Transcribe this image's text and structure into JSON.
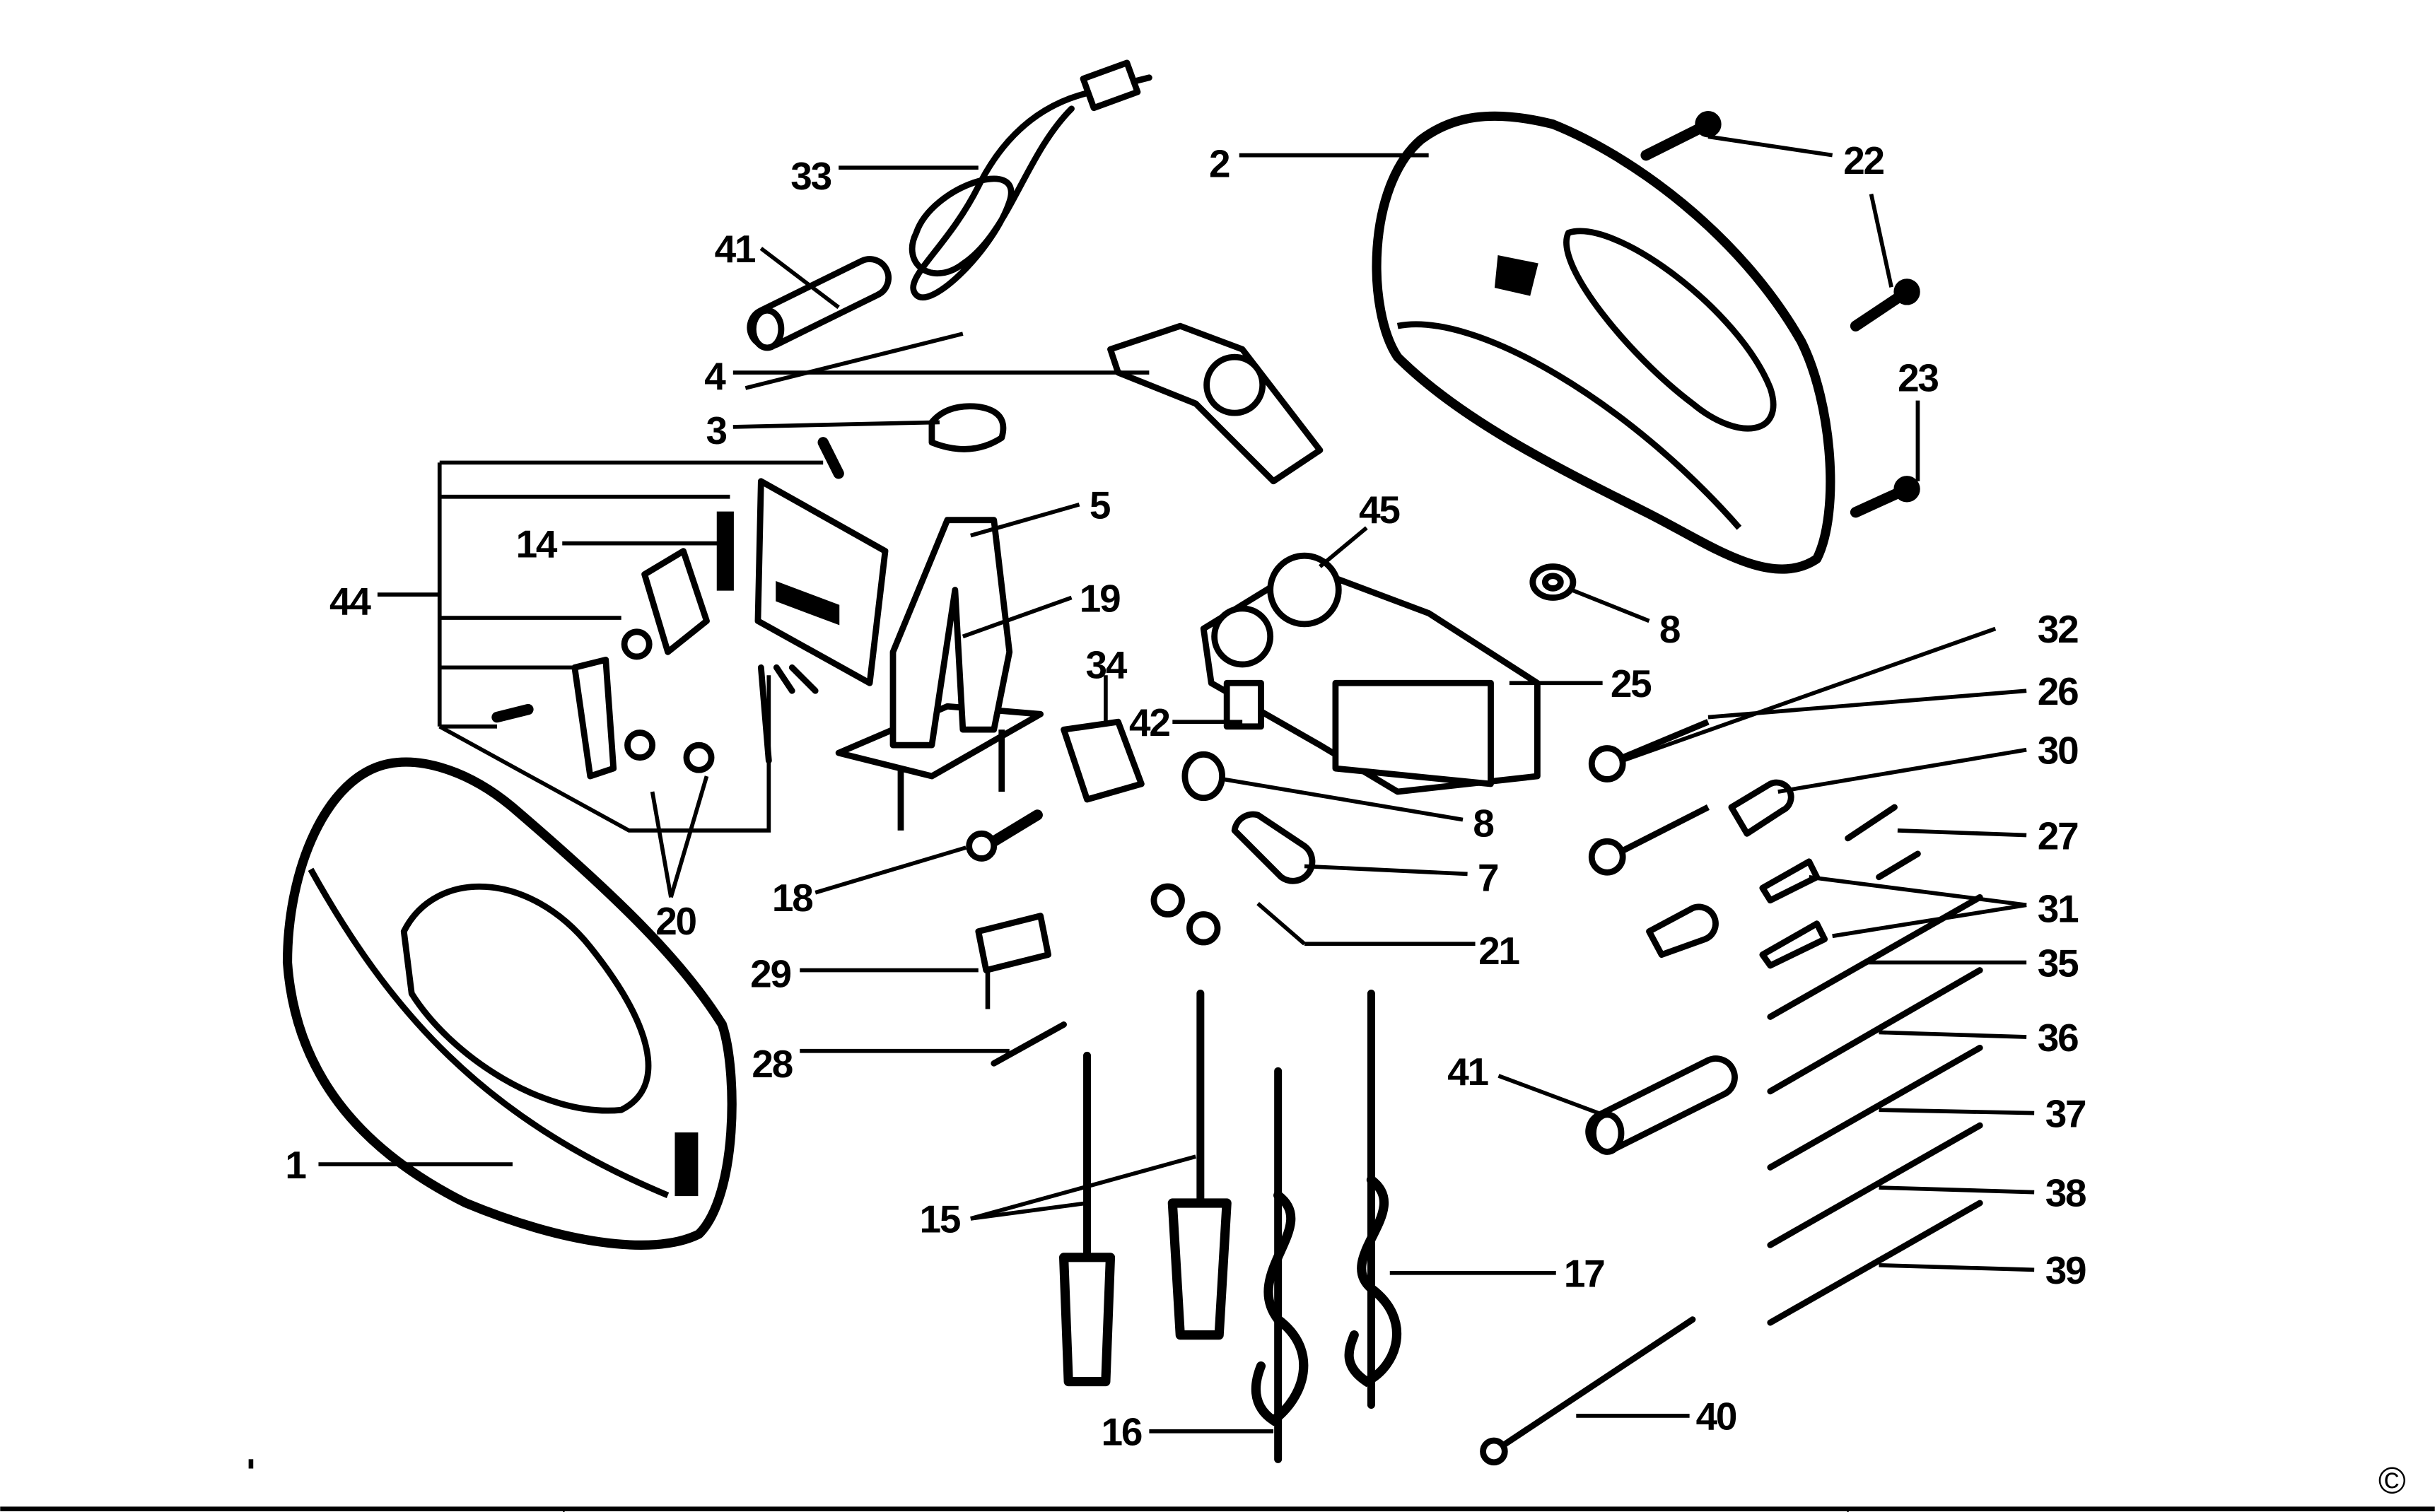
{
  "diagram": {
    "type": "exploded-parts-diagram",
    "callouts": [
      "33",
      "41",
      "4",
      "3",
      "2",
      "22",
      "23",
      "5",
      "14",
      "44",
      "19",
      "45",
      "8",
      "32",
      "26",
      "25",
      "34",
      "42",
      "30",
      "8",
      "27",
      "7",
      "31",
      "21",
      "18",
      "20",
      "35",
      "29",
      "36",
      "28",
      "41",
      "37",
      "38",
      "15",
      "1",
      "17",
      "39",
      "16",
      "40"
    ],
    "copyright": "©",
    "colors": {
      "ink": "#000000",
      "paper": "#ffffff"
    }
  }
}
